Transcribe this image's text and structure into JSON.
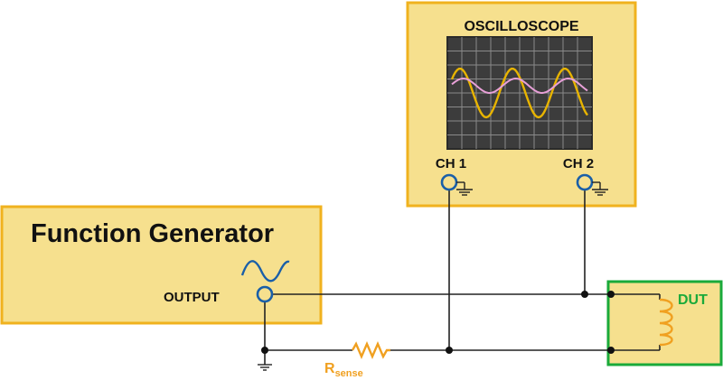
{
  "function_generator": {
    "title": "Function Generator",
    "output_label": "OUTPUT",
    "waveform_icon": "sine-wave-icon"
  },
  "oscilloscope": {
    "title": "OSCILLOSCOPE",
    "ch1_label": "CH 1",
    "ch2_label": "CH 2",
    "traces": [
      {
        "name": "trace-ch1",
        "color": "#e8b400"
      },
      {
        "name": "trace-ch2",
        "color": "#e8a0d8"
      }
    ]
  },
  "dut": {
    "label": "DUT",
    "symbol": "inductor-coil-icon"
  },
  "resistor": {
    "label": "R",
    "subscript": "sense",
    "symbol": "resistor-icon"
  },
  "colors": {
    "box_fill": "#f6e08e",
    "box_stroke": "#f0b21e",
    "dut_stroke": "#1aaa3a",
    "label_orange": "#f0a020",
    "screen_bg": "#3c3c3c",
    "grid": "#8a8a8a",
    "wire": "#222222",
    "jack": "#1a5fa8"
  }
}
